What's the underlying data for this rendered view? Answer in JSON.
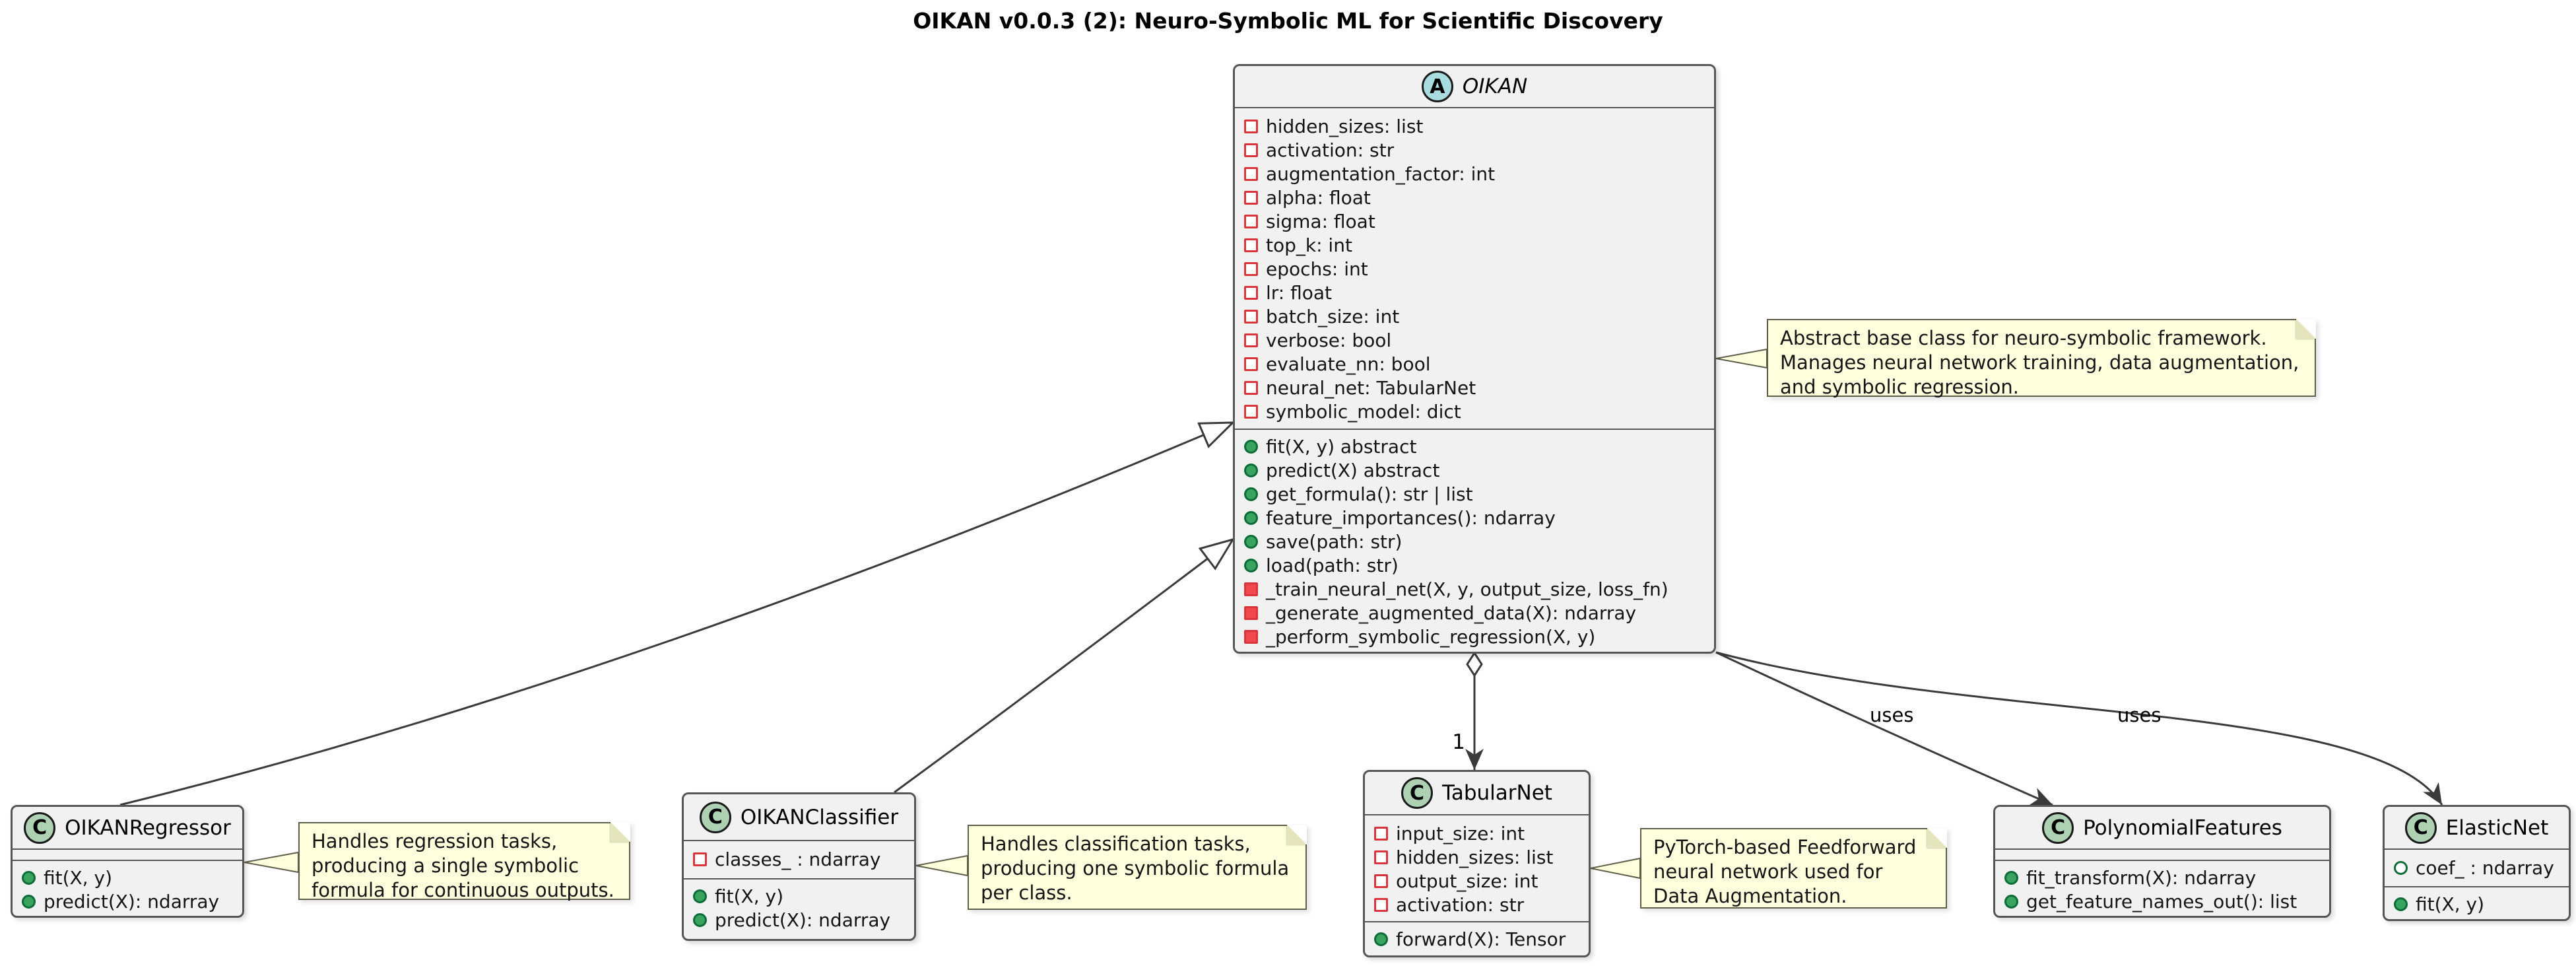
{
  "title": "OIKAN v0.0.3 (2): Neuro-Symbolic ML for Scientific Discovery",
  "colors": {
    "class_fill": "#F1F1F1",
    "class_border": "#565656",
    "note_fill": "#FEFFDD",
    "note_border": "#5E5E4A",
    "abstract_badge_fill": "#A9DCDF",
    "class_badge_fill": "#ADD1B2",
    "badge_border": "#1B1B1B",
    "public_green": "#38A45F",
    "public_green_border": "#0E6C38",
    "private_red": "#D8353C",
    "private_red_fill": "#F2484E",
    "line_color": "#3A3A3A"
  },
  "classes": [
    {
      "id": "oikan",
      "badge": "A",
      "name": "OIKAN",
      "abstract": true,
      "attributes": [
        {
          "icon": "private-field",
          "text": "hidden_sizes: list"
        },
        {
          "icon": "private-field",
          "text": "activation: str"
        },
        {
          "icon": "private-field",
          "text": "augmentation_factor: int"
        },
        {
          "icon": "private-field",
          "text": "alpha: float"
        },
        {
          "icon": "private-field",
          "text": "sigma: float"
        },
        {
          "icon": "private-field",
          "text": "top_k: int"
        },
        {
          "icon": "private-field",
          "text": "epochs: int"
        },
        {
          "icon": "private-field",
          "text": "lr: float"
        },
        {
          "icon": "private-field",
          "text": "batch_size: int"
        },
        {
          "icon": "private-field",
          "text": "verbose: bool"
        },
        {
          "icon": "private-field",
          "text": "evaluate_nn: bool"
        },
        {
          "icon": "private-field",
          "text": "neural_net: TabularNet"
        },
        {
          "icon": "private-field",
          "text": "symbolic_model: dict"
        }
      ],
      "methods": [
        {
          "icon": "public-method",
          "text": "fit(X, y) abstract"
        },
        {
          "icon": "public-method",
          "text": "predict(X) abstract"
        },
        {
          "icon": "public-method",
          "text": "get_formula(): str | list"
        },
        {
          "icon": "public-method",
          "text": "feature_importances(): ndarray"
        },
        {
          "icon": "public-method",
          "text": "save(path: str)"
        },
        {
          "icon": "public-method",
          "text": "load(path: str)"
        },
        {
          "icon": "private-method",
          "text": "_train_neural_net(X, y, output_size, loss_fn)"
        },
        {
          "icon": "private-method",
          "text": "_generate_augmented_data(X): ndarray"
        },
        {
          "icon": "private-method",
          "text": "_perform_symbolic_regression(X, y)"
        }
      ]
    },
    {
      "id": "regressor",
      "badge": "C",
      "name": "OIKANRegressor",
      "abstract": false,
      "attributes": [],
      "methods": [
        {
          "icon": "public-method",
          "text": "fit(X, y)"
        },
        {
          "icon": "public-method",
          "text": "predict(X): ndarray"
        }
      ]
    },
    {
      "id": "classifier",
      "badge": "C",
      "name": "OIKANClassifier",
      "abstract": false,
      "attributes": [
        {
          "icon": "private-field",
          "text": "classes_ : ndarray"
        }
      ],
      "methods": [
        {
          "icon": "public-method",
          "text": "fit(X, y)"
        },
        {
          "icon": "public-method",
          "text": "predict(X): ndarray"
        }
      ]
    },
    {
      "id": "tabularnet",
      "badge": "C",
      "name": "TabularNet",
      "abstract": false,
      "attributes": [
        {
          "icon": "private-field",
          "text": "input_size: int"
        },
        {
          "icon": "private-field",
          "text": "hidden_sizes: list"
        },
        {
          "icon": "private-field",
          "text": "output_size: int"
        },
        {
          "icon": "private-field",
          "text": "activation: str"
        }
      ],
      "methods": [
        {
          "icon": "public-method",
          "text": "forward(X): Tensor"
        }
      ]
    },
    {
      "id": "poly",
      "badge": "C",
      "name": "PolynomialFeatures",
      "abstract": false,
      "attributes": [],
      "methods": [
        {
          "icon": "public-method",
          "text": "fit_transform(X): ndarray"
        },
        {
          "icon": "public-method",
          "text": "get_feature_names_out(): list"
        }
      ]
    },
    {
      "id": "elastic",
      "badge": "C",
      "name": "ElasticNet",
      "abstract": false,
      "attributes": [
        {
          "icon": "public-field",
          "text": "coef_ : ndarray"
        }
      ],
      "methods": [
        {
          "icon": "public-method",
          "text": "fit(X, y)"
        }
      ]
    }
  ],
  "notes": [
    {
      "id": "oikan",
      "attached_to": "OIKAN",
      "lines": [
        "Abstract base class for neuro-symbolic framework.",
        "Manages neural network training, data augmentation,",
        "and symbolic regression."
      ]
    },
    {
      "id": "regressor",
      "attached_to": "OIKANRegressor",
      "lines": [
        "Handles regression tasks,",
        "producing a single symbolic",
        "formula for continuous outputs."
      ]
    },
    {
      "id": "classifier",
      "attached_to": "OIKANClassifier",
      "lines": [
        "Handles classification tasks,",
        "producing one symbolic formula",
        "per class."
      ]
    },
    {
      "id": "tabularnet",
      "attached_to": "TabularNet",
      "lines": [
        "PyTorch-based Feedforward",
        "neural network used for",
        "Data Augmentation."
      ]
    }
  ],
  "relationships": [
    {
      "from": "OIKANRegressor",
      "to": "OIKAN",
      "type": "inheritance",
      "label": ""
    },
    {
      "from": "OIKANClassifier",
      "to": "OIKAN",
      "type": "inheritance",
      "label": ""
    },
    {
      "from": "OIKAN",
      "to": "TabularNet",
      "type": "composition",
      "label": "1"
    },
    {
      "from": "OIKAN",
      "to": "PolynomialFeatures",
      "type": "dependency",
      "label": "uses"
    },
    {
      "from": "OIKAN",
      "to": "ElasticNet",
      "type": "dependency",
      "label": "uses"
    }
  ]
}
